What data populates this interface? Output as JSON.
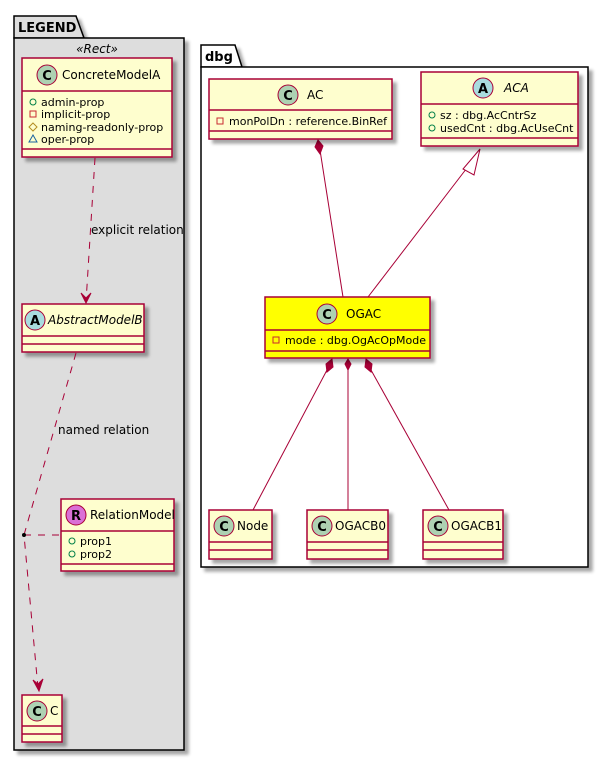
{
  "diagram": {
    "colors": {
      "class_fill": "#fefece",
      "class_border": "#a80036",
      "highlight_fill": "#ffff00",
      "legend_fill": "#dddddd",
      "spot_class": "#add1b2",
      "spot_abstract": "#a9dcdf",
      "spot_relation": "#da70d6",
      "public_icon": "#038048",
      "private_icon": "#c82930",
      "protected_icon": "#b38d22",
      "package_icon": "#1963a0"
    },
    "legend": {
      "title": "LEGEND",
      "stereotype": "«Rect»",
      "concrete": {
        "spot": "C",
        "name": "ConcreteModelA",
        "attributes": [
          {
            "visibility": "public",
            "text": "admin-prop"
          },
          {
            "visibility": "private",
            "text": "implicit-prop"
          },
          {
            "visibility": "protected",
            "text": "naming-readonly-prop"
          },
          {
            "visibility": "package",
            "text": "oper-prop"
          }
        ]
      },
      "abstract": {
        "spot": "A",
        "name": "AbstractModelB"
      },
      "relation_model": {
        "spot": "R",
        "name": "RelationModel",
        "attributes": [
          {
            "visibility": "public",
            "text": "prop1"
          },
          {
            "visibility": "public",
            "text": "prop2"
          }
        ]
      },
      "target": {
        "spot": "C",
        "name": "C"
      },
      "edge_labels": {
        "explicit": "explicit relation",
        "named": "named relation"
      }
    },
    "package": {
      "title": "dbg",
      "classes": {
        "AC": {
          "spot": "C",
          "name": "AC",
          "attributes": [
            {
              "visibility": "private",
              "text": "monPolDn : reference.BinRef"
            }
          ]
        },
        "ACA": {
          "spot": "A",
          "name": "ACA",
          "abstract": true,
          "attributes": [
            {
              "visibility": "public",
              "text": "sz : dbg.AcCntrSz"
            },
            {
              "visibility": "public",
              "text": "usedCnt : dbg.AcUseCnt"
            }
          ]
        },
        "OGAC": {
          "spot": "C",
          "name": "OGAC",
          "highlighted": true,
          "attributes": [
            {
              "visibility": "private",
              "text": "mode : dbg.OgAcOpMode"
            }
          ]
        },
        "Node": {
          "spot": "C",
          "name": "Node"
        },
        "OGACB0": {
          "spot": "C",
          "name": "OGACB0"
        },
        "OGACB1": {
          "spot": "C",
          "name": "OGACB1"
        }
      },
      "relations": [
        {
          "from": "AC",
          "to": "OGAC",
          "type": "composition"
        },
        {
          "from": "OGAC",
          "to": "ACA",
          "type": "inheritance"
        },
        {
          "from": "OGAC",
          "to": "Node",
          "type": "composition"
        },
        {
          "from": "OGAC",
          "to": "OGACB0",
          "type": "composition"
        },
        {
          "from": "OGAC",
          "to": "OGACB1",
          "type": "composition"
        }
      ]
    }
  }
}
